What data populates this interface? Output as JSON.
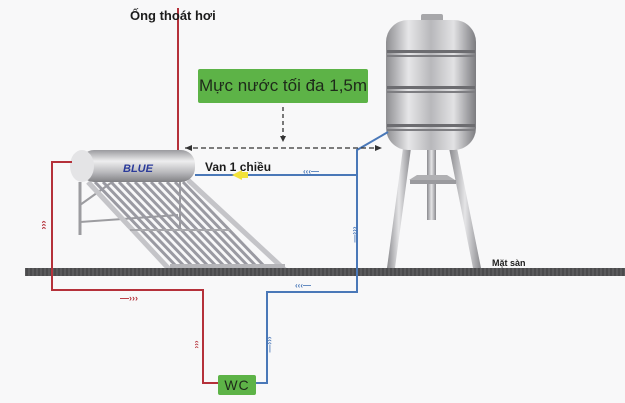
{
  "labels": {
    "vent_pipe": "Ống thoát hơi",
    "max_water_level": "Mực nước tối đa 1,5m",
    "check_valve": "Van 1 chiều",
    "floor": "Mặt sàn",
    "wc": "WC",
    "brand": "BLUE"
  },
  "colors": {
    "hot_pipe": "#b5313a",
    "cold_pipe": "#4a78b8",
    "label_green": "#5db347",
    "floor": "#4a4a4c",
    "valve": "#f2e23a",
    "brand_blue": "#2a3a9a"
  },
  "flow_markers": {
    "hot_down": "‹‹‹",
    "hot_right": "—›››",
    "cold_left": "‹‹‹—"
  }
}
